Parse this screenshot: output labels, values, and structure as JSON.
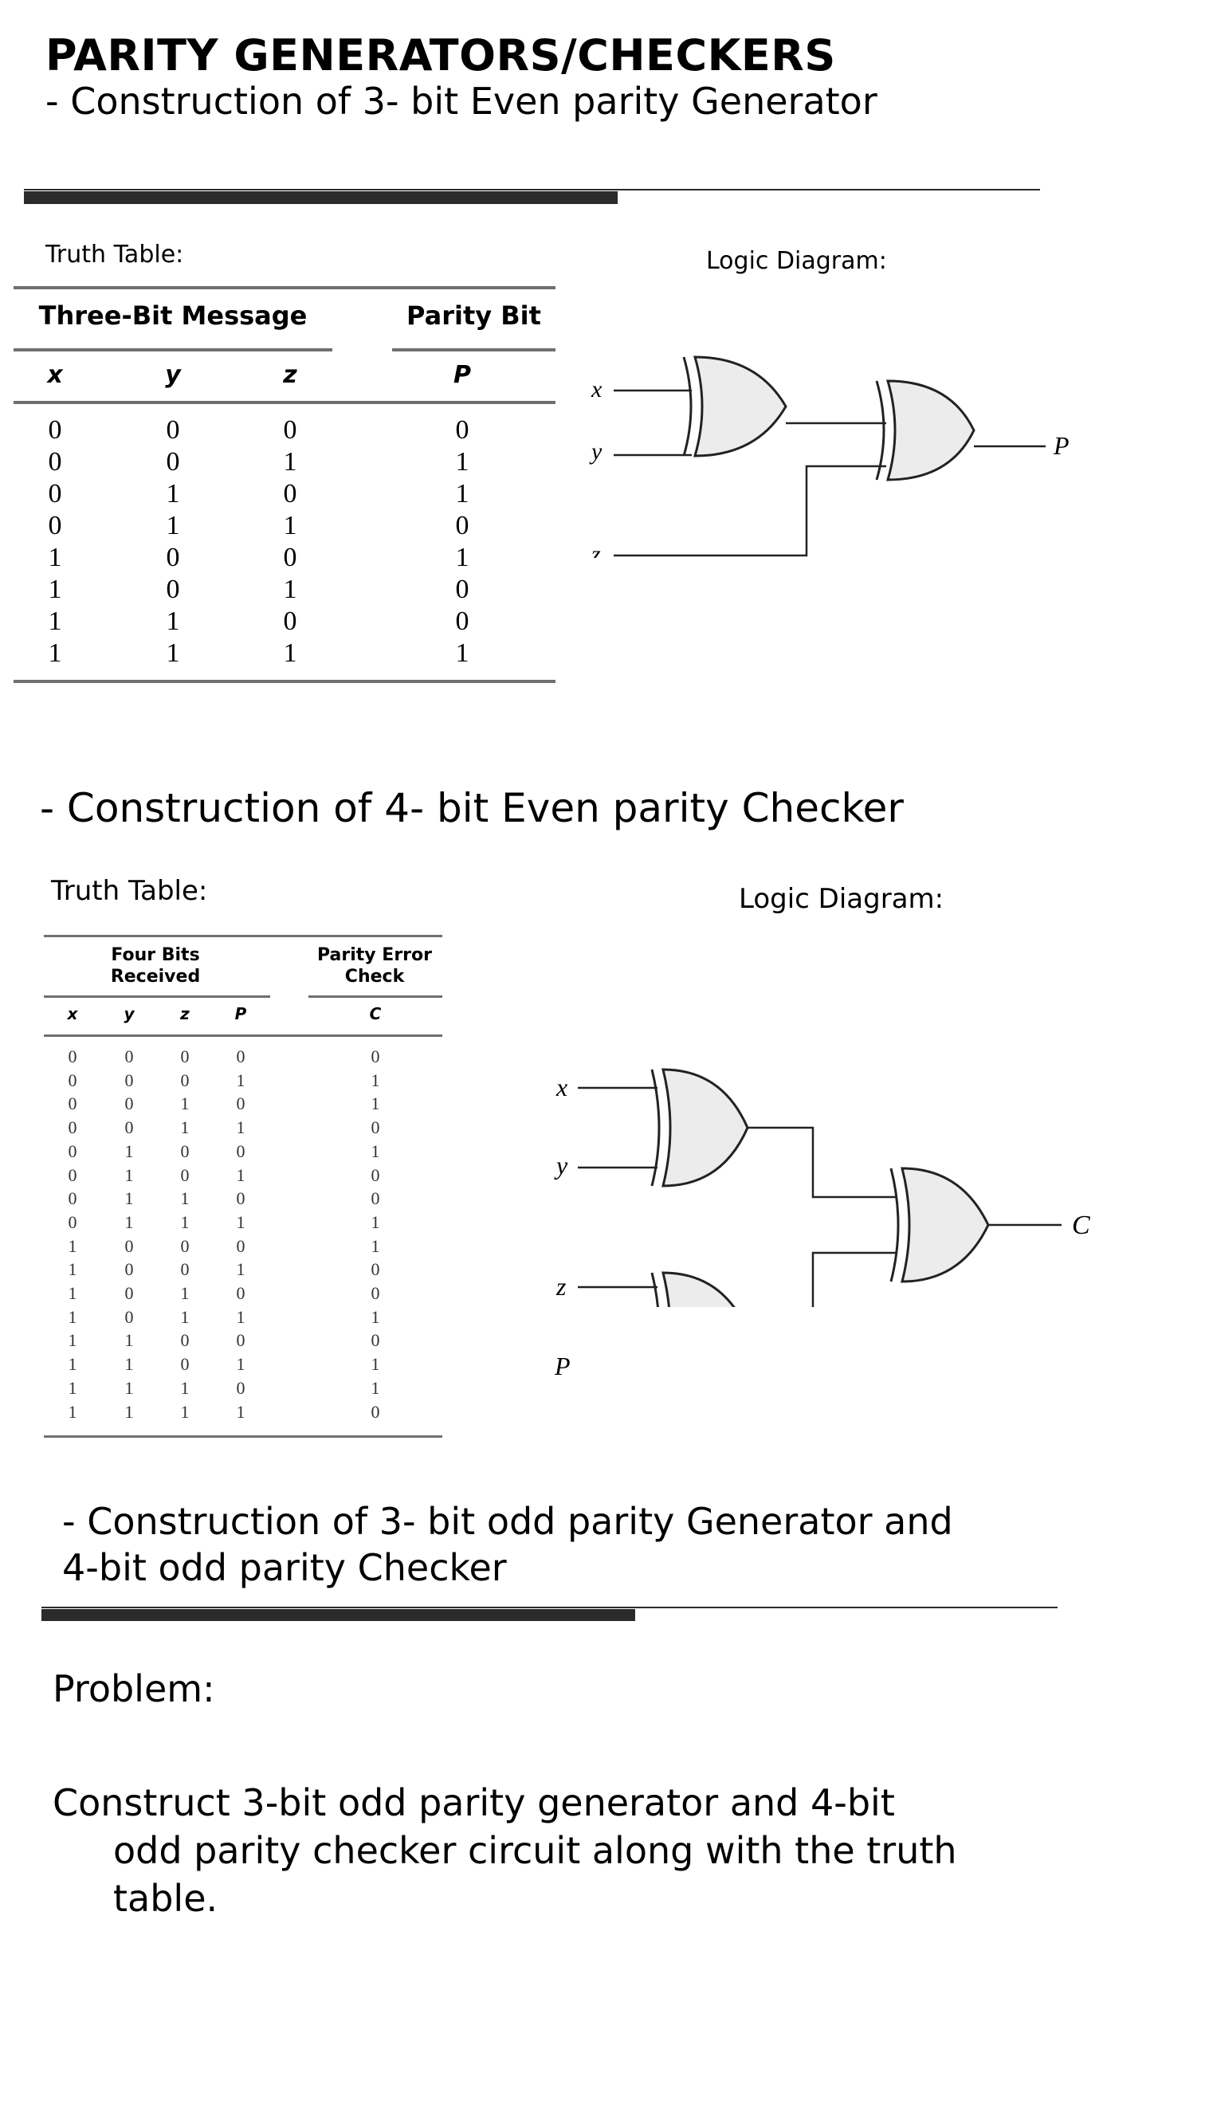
{
  "title": "PARITY GENERATORS/CHECKERS",
  "section1": {
    "heading": "- Construction of 3- bit Even parity Generator",
    "truth_table_label": "Truth Table:",
    "logic_diagram_label": "Logic Diagram:",
    "table": {
      "group_headers": [
        "Three-Bit Message",
        "Parity Bit"
      ],
      "columns": [
        "x",
        "y",
        "z",
        "P"
      ],
      "rows": [
        [
          "0",
          "0",
          "0",
          "0"
        ],
        [
          "0",
          "0",
          "1",
          "1"
        ],
        [
          "0",
          "1",
          "0",
          "1"
        ],
        [
          "0",
          "1",
          "1",
          "0"
        ],
        [
          "1",
          "0",
          "0",
          "1"
        ],
        [
          "1",
          "0",
          "1",
          "0"
        ],
        [
          "1",
          "1",
          "0",
          "0"
        ],
        [
          "1",
          "1",
          "1",
          "1"
        ]
      ]
    },
    "diagram": {
      "inputs": [
        "x",
        "y",
        "z"
      ],
      "output": "P",
      "gates": [
        "XOR",
        "XOR"
      ]
    }
  },
  "section2": {
    "heading": "- Construction of 4- bit Even parity Checker",
    "truth_table_label": "Truth Table:",
    "logic_diagram_label": "Logic Diagram:",
    "table": {
      "group_headers": [
        "Four Bits Received",
        "Parity Error Check"
      ],
      "group_header_lines": [
        [
          "Four Bits",
          "Received"
        ],
        [
          "Parity Error",
          "Check"
        ]
      ],
      "columns": [
        "x",
        "y",
        "z",
        "P",
        "C"
      ],
      "rows": [
        [
          "0",
          "0",
          "0",
          "0",
          "0"
        ],
        [
          "0",
          "0",
          "0",
          "1",
          "1"
        ],
        [
          "0",
          "0",
          "1",
          "0",
          "1"
        ],
        [
          "0",
          "0",
          "1",
          "1",
          "0"
        ],
        [
          "0",
          "1",
          "0",
          "0",
          "1"
        ],
        [
          "0",
          "1",
          "0",
          "1",
          "0"
        ],
        [
          "0",
          "1",
          "1",
          "0",
          "0"
        ],
        [
          "0",
          "1",
          "1",
          "1",
          "1"
        ],
        [
          "1",
          "0",
          "0",
          "0",
          "1"
        ],
        [
          "1",
          "0",
          "0",
          "1",
          "0"
        ],
        [
          "1",
          "0",
          "1",
          "0",
          "0"
        ],
        [
          "1",
          "0",
          "1",
          "1",
          "1"
        ],
        [
          "1",
          "1",
          "0",
          "0",
          "0"
        ],
        [
          "1",
          "1",
          "0",
          "1",
          "1"
        ],
        [
          "1",
          "1",
          "1",
          "0",
          "1"
        ],
        [
          "1",
          "1",
          "1",
          "1",
          "0"
        ]
      ]
    },
    "diagram": {
      "inputs": [
        "x",
        "y",
        "z",
        "P"
      ],
      "output": "C",
      "gates": [
        "XOR",
        "XOR",
        "XOR"
      ]
    }
  },
  "section3": {
    "heading_line1": "- Construction of 3- bit odd parity Generator and",
    "heading_line2": "4-bit odd parity Checker",
    "problem_label": "Problem:",
    "problem_line1": "Construct 3-bit odd parity generator and 4-bit",
    "problem_line2": "odd parity checker circuit along with the truth",
    "problem_line3": "table."
  },
  "colors": {
    "text": "#000000",
    "rule": "#2b2b2b",
    "table_rule": "#6f6f6f",
    "gate_fill": "#ececec"
  }
}
